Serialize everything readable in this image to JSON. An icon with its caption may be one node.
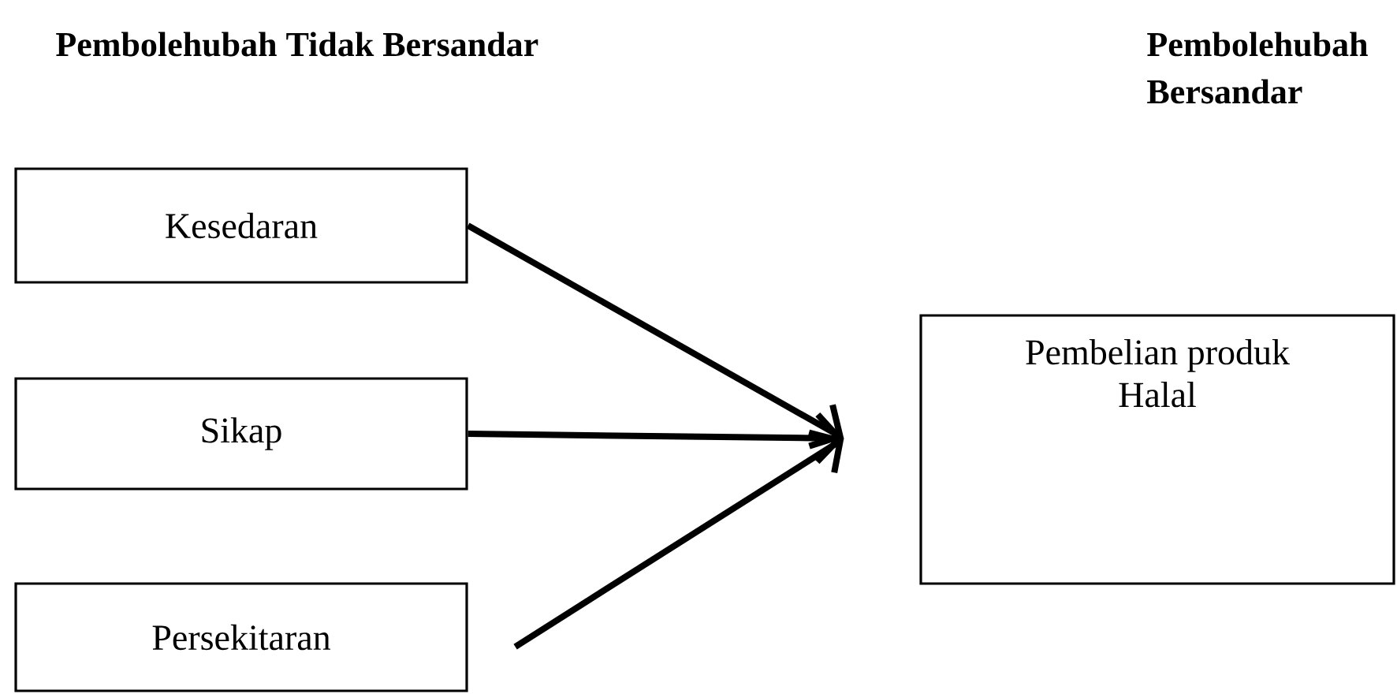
{
  "diagram": {
    "nodes": [
      {
        "text": [
          "Kesedaran"
        ]
      },
      {
        "text": [
          "Sikap"
        ]
      },
      {
        "text": [
          "Persekitaran"
        ]
      },
      {
        "text": [
          "Pembelian produk Halal"
        ]
      }
    ],
    "edges": [
      {
        "from": 0,
        "to": 3,
        "arrow": "to"
      },
      {
        "from": 1,
        "to": 3,
        "arrow": "to"
      },
      {
        "from": 2,
        "to": 3,
        "arrow": "to"
      }
    ],
    "labels": [
      "Pembolehubah Tidak Bersandar",
      "Pembolehubah Bersandar"
    ]
  }
}
